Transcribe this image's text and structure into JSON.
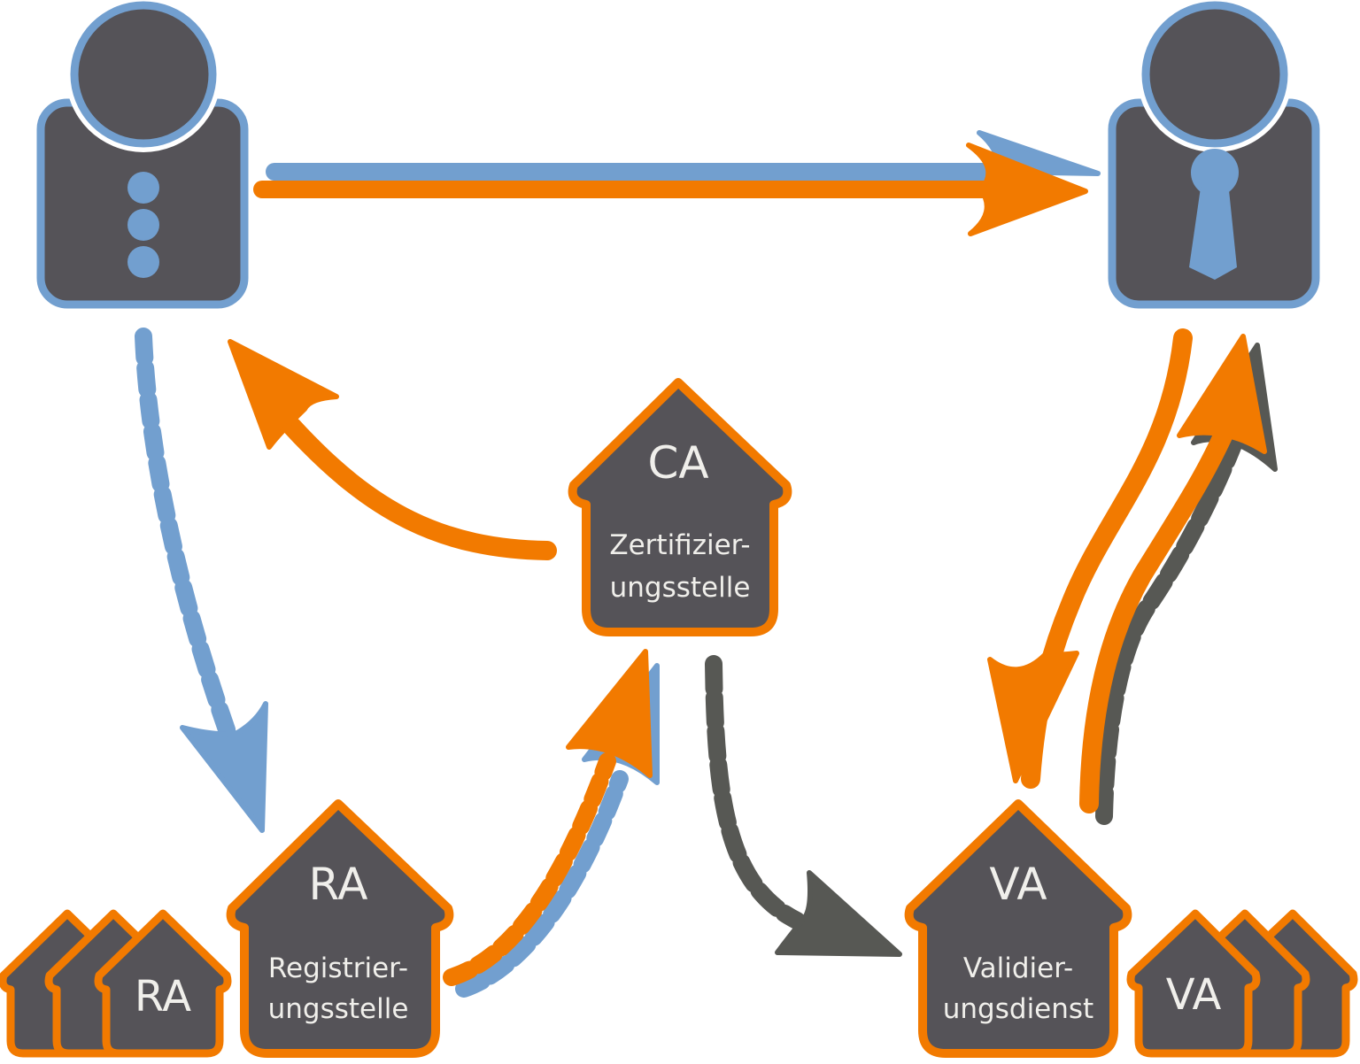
{
  "colors": {
    "orange": "#f27a00",
    "blue": "#729fcf",
    "dark_fill": "#555358",
    "arrow_dark": "#575854",
    "text_light": "#f0efeb",
    "background": "#ffffff"
  },
  "actors": {
    "user": {
      "label": "",
      "icon": "person-with-buttons-icon"
    },
    "relying_party": {
      "label": "",
      "icon": "person-with-tie-icon"
    }
  },
  "ca": {
    "abbr": "CA",
    "line1": "Zertifizier-",
    "line2": "ungsstelle"
  },
  "ra": {
    "abbr": "RA",
    "line1": "Registrier-",
    "line2": "ungsstelle",
    "small_abbr": "RA",
    "small_count": 3
  },
  "va": {
    "abbr": "VA",
    "line1": "Validier-",
    "line2": "ungsdienst",
    "small_abbr": "VA",
    "small_count": 3
  },
  "arrows": [
    {
      "id": "user-to-relying-party",
      "from": "user",
      "to": "relying_party",
      "style": "solid",
      "colors": [
        "blue",
        "orange"
      ]
    },
    {
      "id": "user-to-ra",
      "from": "user",
      "to": "ra",
      "style": "dashed",
      "colors": [
        "blue"
      ]
    },
    {
      "id": "ca-to-user",
      "from": "ca",
      "to": "user",
      "style": "solid",
      "colors": [
        "orange"
      ]
    },
    {
      "id": "ra-to-ca",
      "from": "ra",
      "to": "ca",
      "style": "dashed",
      "colors": [
        "orange",
        "blue"
      ]
    },
    {
      "id": "ca-to-va",
      "from": "ca",
      "to": "va",
      "style": "dashed",
      "colors": [
        "dark"
      ]
    },
    {
      "id": "relying-party-to-va",
      "from": "relying_party",
      "to": "va",
      "style": "solid",
      "colors": [
        "orange"
      ]
    },
    {
      "id": "va-to-relying-party",
      "from": "va",
      "to": "relying_party",
      "style": "solid+dashed",
      "colors": [
        "orange",
        "dark"
      ]
    }
  ]
}
